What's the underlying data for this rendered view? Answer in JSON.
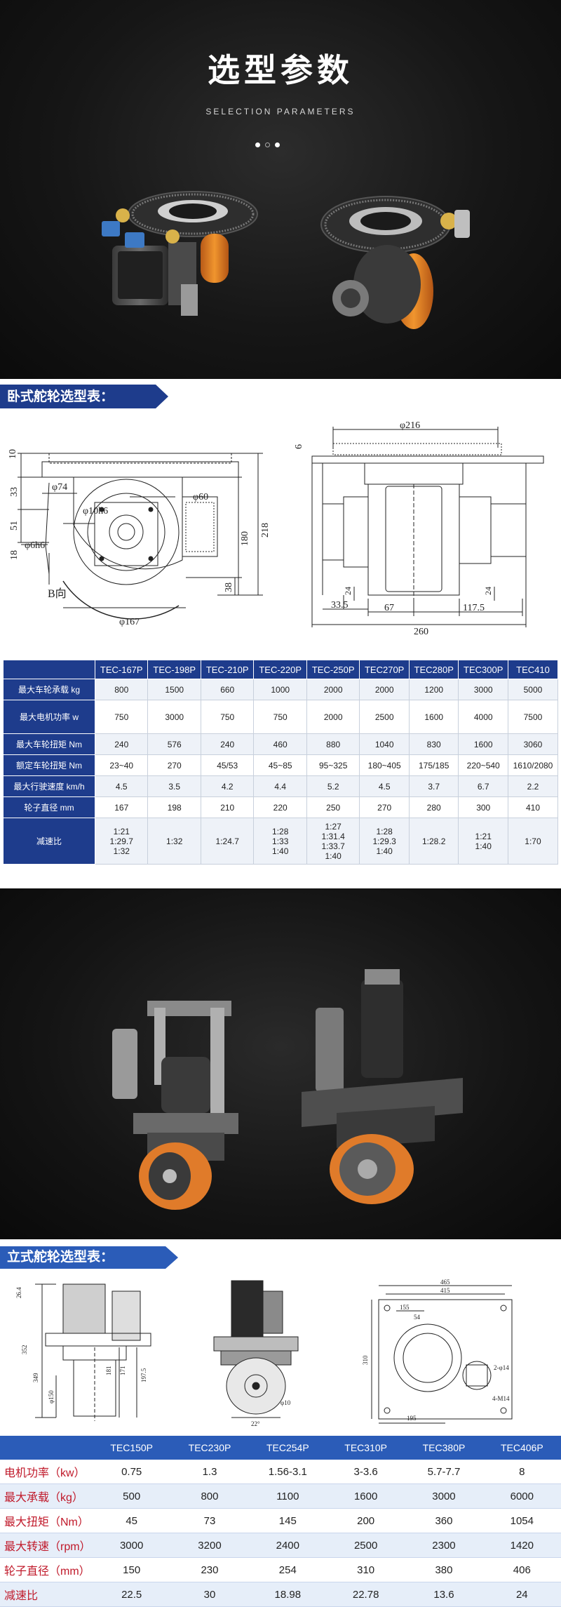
{
  "hero": {
    "title": "选型参数",
    "subtitle": "SELECTION PARAMETERS",
    "dot_colors": [
      "#ffffff",
      "#888888",
      "#ffffff"
    ]
  },
  "horizontal": {
    "header": "卧式舵轮选型表：",
    "drawing_labels": {
      "d74": "φ74",
      "d60": "φ60",
      "d10h6": "φ10h6",
      "d6h6": "φ6h6",
      "d167": "φ167",
      "dir_b": "B向",
      "dim10": "10",
      "dim33": "33",
      "dim51": "51",
      "dim18": "18",
      "dim180": "180",
      "dim218": "218",
      "dim38": "38",
      "d216": "φ216",
      "dim6": "6",
      "dim24a": "24",
      "dim24b": "24",
      "dim33_5": "33.5",
      "dim67": "67",
      "dim117_5": "117.5",
      "dim260": "260"
    },
    "table": {
      "columns": [
        "TEC-167P",
        "TEC-198P",
        "TEC-210P",
        "TEC-220P",
        "TEC-250P",
        "TEC270P",
        "TEC280P",
        "TEC300P",
        "TEC410"
      ],
      "rows": [
        {
          "label": "最大车轮承载 kg",
          "values": [
            "800",
            "1500",
            "660",
            "1000",
            "2000",
            "2000",
            "1200",
            "3000",
            "5000"
          ]
        },
        {
          "label": "最大电机功率 w",
          "values": [
            "750",
            "3000",
            "750",
            "750",
            "2000",
            "2500",
            "1600",
            "4000",
            "7500"
          ]
        },
        {
          "label": "最大车轮扭矩 Nm",
          "values": [
            "240",
            "576",
            "240",
            "460",
            "880",
            "1040",
            "830",
            "1600",
            "3060"
          ]
        },
        {
          "label": "额定车轮扭矩 Nm",
          "values": [
            "23~40",
            "270",
            "45/53",
            "45~85",
            "95~325",
            "180~405",
            "175/185",
            "220~540",
            "1610/2080"
          ]
        },
        {
          "label": "最大行驶速度 km/h",
          "values": [
            "4.5",
            "3.5",
            "4.2",
            "4.4",
            "5.2",
            "4.5",
            "3.7",
            "6.7",
            "2.2"
          ]
        },
        {
          "label": "轮子直径 mm",
          "values": [
            "167",
            "198",
            "210",
            "220",
            "250",
            "270",
            "280",
            "300",
            "410"
          ]
        },
        {
          "label": "减速比",
          "values": [
            "1:21\n1:29.7\n1:32",
            "1:32",
            "1:24.7",
            "1:28\n1:33\n1:40",
            "1:27\n1:31.4\n1:33.7\n1:40",
            "1:28\n1:29.3\n1:40",
            "1:28.2",
            "1:21\n1:40",
            "1:70"
          ]
        }
      ]
    }
  },
  "vertical": {
    "header": "立式舵轮选型表：",
    "drawing_labels": {
      "dim26_4": "26.4",
      "dim352": "352",
      "dim349": "349",
      "d150": "φ150",
      "dim181": "181",
      "dim171": "171",
      "dim197_5": "197.5",
      "d10": "φ10",
      "dim22": "22°",
      "dim465": "465",
      "dim415": "415",
      "dim155": "155",
      "dim54": "54",
      "dim310": "310",
      "dim195": "195",
      "holes2": "2-φ14",
      "holes4": "4-M14"
    },
    "table": {
      "columns": [
        "TEC150P",
        "TEC230P",
        "TEC254P",
        "TEC310P",
        "TEC380P",
        "TEC406P"
      ],
      "rows": [
        {
          "label": "电机功率（kw）",
          "values": [
            "0.75",
            "1.3",
            "1.56-3.1",
            "3-3.6",
            "5.7-7.7",
            "8"
          ]
        },
        {
          "label": "最大承载（kg）",
          "values": [
            "500",
            "800",
            "1100",
            "1600",
            "3000",
            "6000"
          ]
        },
        {
          "label": "最大扭矩（Nm）",
          "values": [
            "45",
            "73",
            "145",
            "200",
            "360",
            "1054"
          ]
        },
        {
          "label": "最大转速（rpm）",
          "values": [
            "3000",
            "3200",
            "2400",
            "2500",
            "2300",
            "1420"
          ]
        },
        {
          "label": "轮子直径（mm）",
          "values": [
            "150",
            "230",
            "254",
            "310",
            "380",
            "406"
          ]
        },
        {
          "label": "减速比",
          "values": [
            "22.5",
            "30",
            "18.98",
            "22.78",
            "13.6",
            "24"
          ]
        }
      ]
    }
  },
  "colors": {
    "table_header_dark": "#1e3c8c",
    "table_header_light": "#2b5cb8",
    "row_label_red": "#c0192a",
    "wheel_orange": "#e07b2a"
  }
}
